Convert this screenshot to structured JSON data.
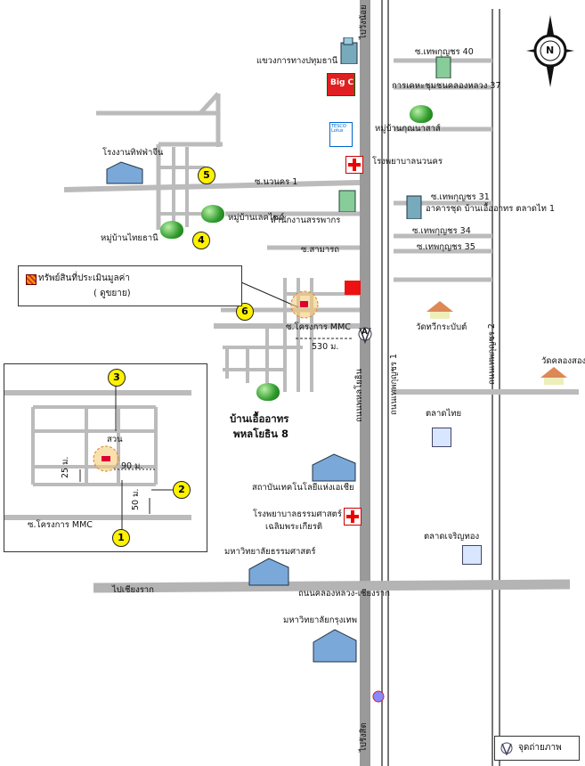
{
  "labels": {
    "pubsa_40": "ซ.เทพกุญชร 40",
    "khet_pathum": "แขวงการทางปทุมธานี",
    "rapid_transport": "การเคหะชุมชนคลองหลวง 37",
    "moo_kunnasa": "หมู่บ้านกุณนาสาส์",
    "hospital_navanakorn": "โรงพยาบาลนวนคร",
    "navanakorn1": "ซ.นวนคร 1",
    "thepkunchorn31": "ซ.เทพกุญชร 31",
    "apartment": "อาคารชุด บ้านเอื้ออาทร ตลาดไท 1",
    "revenue_office": "สำนักงานสรรพากร",
    "thepkunchorn34": "ซ.เทพกุญชร 34",
    "thepkunchorn35": "ซ.เทพกุญชร 35",
    "samarot": "ซ.สามารถ",
    "factory": "โรงงานทิฟฟ่าจีน",
    "moo_lakeside": "หมู่บ้านเลคไซด์",
    "moo_thai_thani": "หมู่บ้านไทยธานี",
    "mmc_road": "ซ.โครงการ MMC",
    "distance_530": "530 ม.",
    "wat_phrakanbun": "วัดทวีกระบับต์",
    "wat_khlongsong": "วัดคลองสอง",
    "phahon_road": "ถนนพหลโยธิน",
    "thepkunchorn1_road": "ถนนเทพกุญชร 1",
    "thepkunchorn2_road": "ถนนเทพกุญชร 2",
    "baan_ua_arthorn_1": "บ้านเอื้ออาทร",
    "baan_ua_arthorn_2": "พหลโยธิน 8",
    "talad_thai": "ตลาดไทย",
    "asia_tech": "สถาบันเทคโนโลยีแห่งเอเชีย",
    "hosp_thammasat_1": "โรงพยาบาลธรรมศาสตร์",
    "hosp_thammasat_2": "เฉลิมพระเกียรติ",
    "talad_charoen": "ตลาดเจริญทอง",
    "thammasat_univ": "มหาวิทยาลัยธรรมศาสตร์",
    "to_chiang_rak": "ไปเชียงราก",
    "khlong_luang_road": "ถนนคลองหลวง-เชียงราก",
    "bangkok_univ": "มหาวิทยาลัยกรุงเทพ",
    "to_rangsit": "ไปรังสิต",
    "to_pathum": "ไปวังน้อย",
    "compass_n": "N",
    "big_c": "Big C",
    "tesco": "TESCO Lotus"
  },
  "legend": {
    "property_label": "ทรัพย์สินที่ประเมินมูลค่า",
    "property_note": "( ดูขยาย)"
  },
  "inset": {
    "garden": "สวน",
    "w90": "90 ม.",
    "h25": "25 ม.",
    "h50": "50 ม.",
    "road": "ซ.โครงการ MMC",
    "n1": "1",
    "n2": "2",
    "n3": "3"
  },
  "markers": {
    "m4": "4",
    "m5": "5",
    "m6": "6",
    "a": "A"
  },
  "shoot_point": "จุดถ่ายภาพ",
  "colors": {
    "road": "#b4b4b4",
    "main_road": "#9a9a9a",
    "marker": "#fff200",
    "site": "#f7c97a"
  }
}
